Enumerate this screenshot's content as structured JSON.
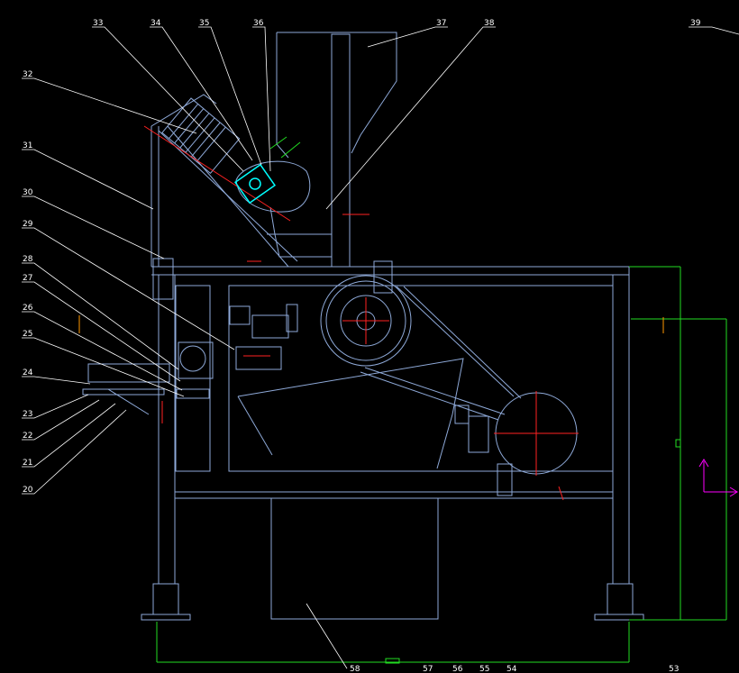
{
  "labels": {
    "l20": "20",
    "l21": "21",
    "l22": "22",
    "l23": "23",
    "l24": "24",
    "l25": "25",
    "l26": "26",
    "l27": "27",
    "l28": "28",
    "l29": "29",
    "l30": "30",
    "l31": "31",
    "l32": "32",
    "l33": "33",
    "l34": "34",
    "l35": "35",
    "l36": "36",
    "l37": "37",
    "l38": "38",
    "l39": "39",
    "l53": "53",
    "l54": "54",
    "l55": "55",
    "l56": "56",
    "l57": "57",
    "l58": "58"
  },
  "colors": {
    "background": "#000000",
    "frame": "#8ea9d8",
    "leader": "#ffffff",
    "dimension": "#22dd22",
    "center_mark": "#ff2222",
    "bolt": "#ff2222",
    "highlight": "#00ffff",
    "ucs": "#ff00ff",
    "axis_marker": "#ff9900"
  },
  "icons": {
    "ucs": "ucs-axis-icon"
  }
}
